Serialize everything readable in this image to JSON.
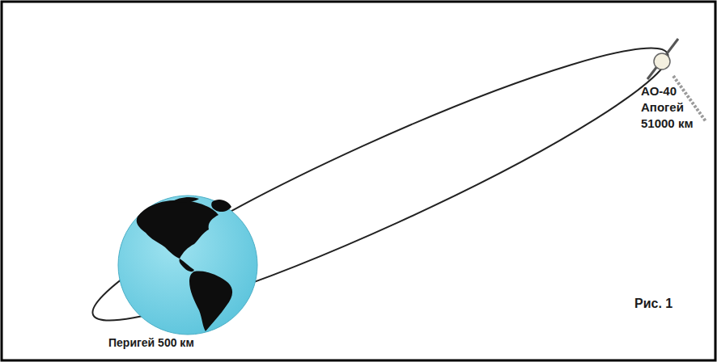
{
  "diagram": {
    "labels": [
      "АО-40",
      "Апогей",
      "51000 км",
      "Перигей 500 км",
      "Рис. 1"
    ]
  }
}
